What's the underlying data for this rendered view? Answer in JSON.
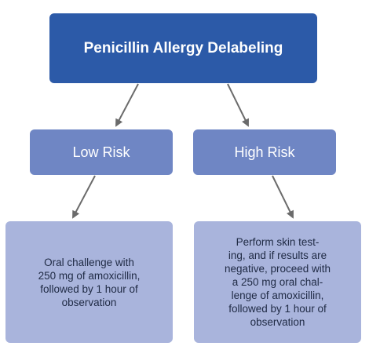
{
  "title": "Penicillin Allergy Delabeling",
  "low_risk": {
    "label": "Low Risk",
    "detail": "Oral challenge with\n250 mg of amoxicillin,\nfollowed by 1 hour of\nobservation"
  },
  "high_risk": {
    "label": "High Risk",
    "detail": "Perform skin test-\ning, and if results are\nnegative, proceed with\na 250 mg oral chal-\nlenge of amoxicillin,\nfollowed by 1 hour of\nobservation"
  },
  "colors": {
    "title_bg": "#2c5aa8",
    "risk_bg": "#6f86c4",
    "detail_bg": "#a9b4dc",
    "arrow": "#6b6b6b"
  }
}
